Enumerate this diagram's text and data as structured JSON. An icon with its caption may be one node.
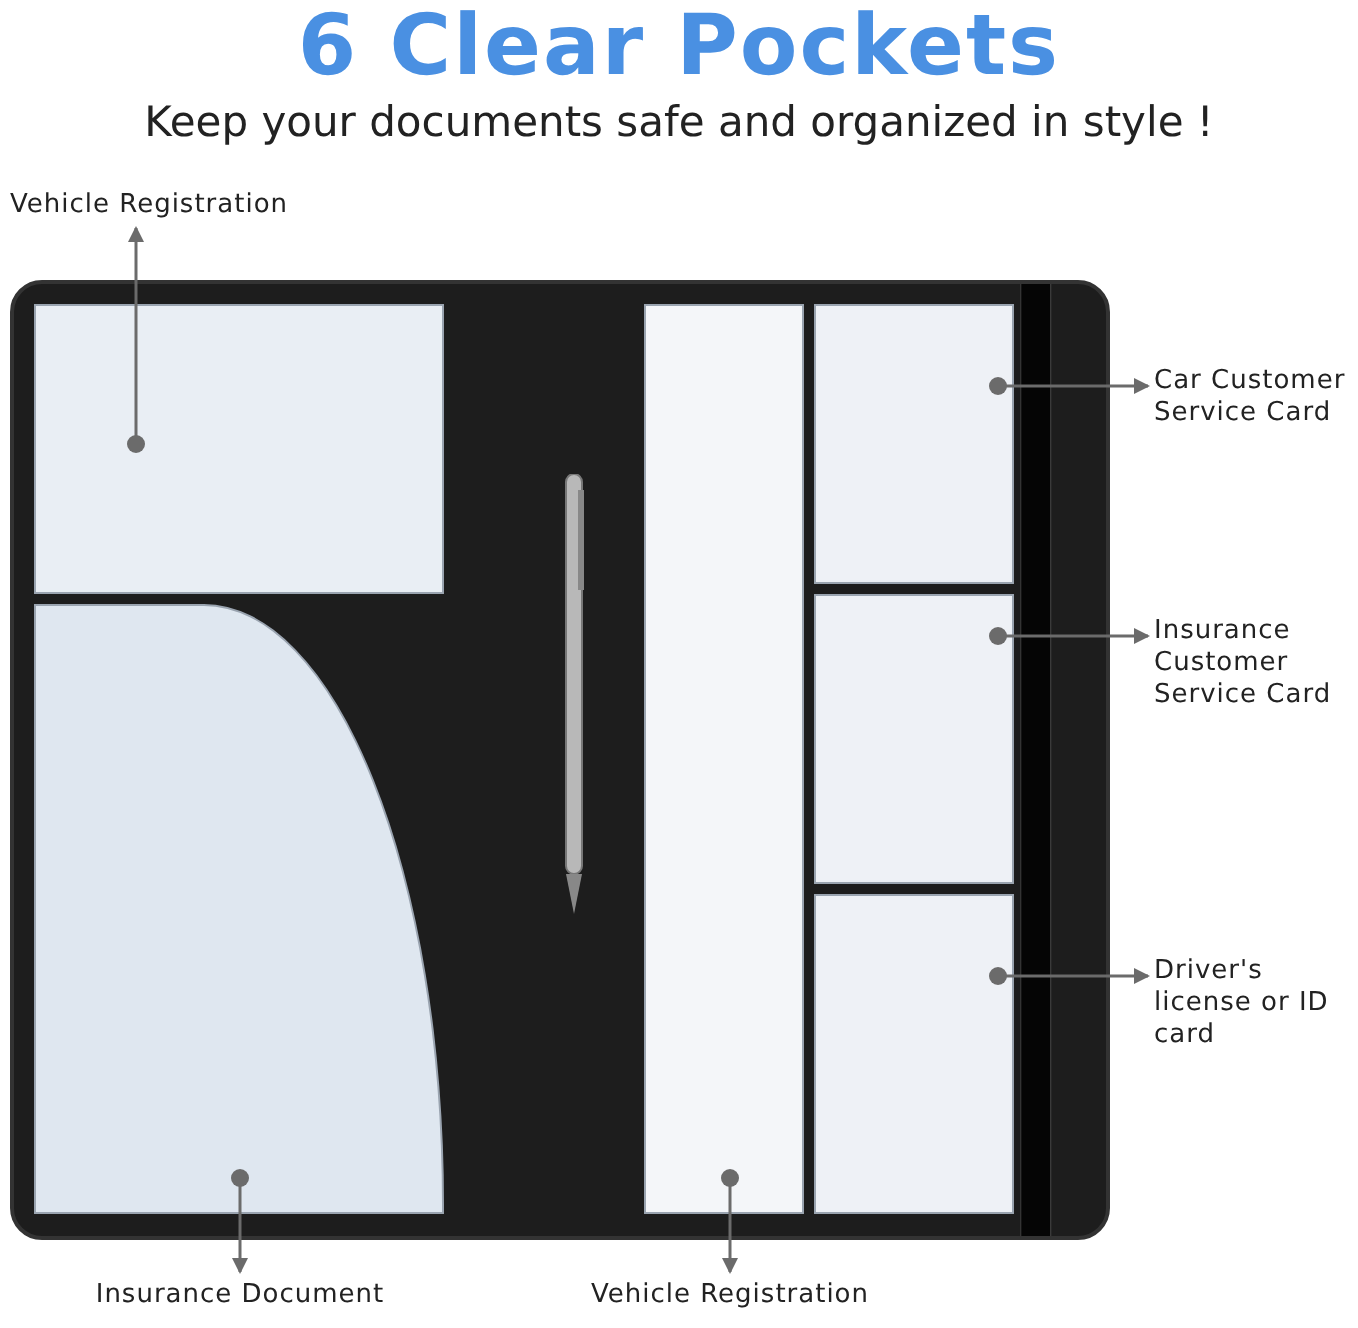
{
  "diagram": {
    "title": "6 Clear Pockets",
    "nodes": [
      {
        "text": [
          "Vehicle Registration"
        ]
      },
      {
        "text": [],
        "shape": "picture"
      },
      {
        "text": [],
        "shape": "box",
        "in": 1
      },
      {
        "text": [],
        "shape": "box",
        "in": 1
      },
      {
        "text": [],
        "shape": "box",
        "in": 1
      },
      {
        "text": [],
        "shape": "box",
        "in": 1
      },
      {
        "text": [],
        "shape": "box",
        "in": 1
      },
      {
        "text": [],
        "shape": "box",
        "in": 1
      },
      {
        "text": [
          "Car Customer Service Card"
        ]
      },
      {
        "text": [
          "Insurance Customer Service Card"
        ]
      },
      {
        "text": [
          "Driver's license or ID card"
        ]
      },
      {
        "text": [
          "Insurance Document"
        ]
      },
      {
        "text": [
          "Vehicle Registration"
        ]
      }
    ],
    "edges": [
      {
        "from": 2,
        "to": 0,
        "arrow": "to"
      },
      {
        "from": 5,
        "to": 8,
        "arrow": "to"
      },
      {
        "from": 6,
        "to": 9,
        "arrow": "to"
      },
      {
        "from": 7,
        "to": 10,
        "arrow": "to"
      },
      {
        "from": 3,
        "to": 11,
        "arrow": "to"
      },
      {
        "from": 4,
        "to": 12,
        "arrow": "to"
      }
    ],
    "labels": [
      "Keep your documents safe and organized in style !"
    ]
  }
}
